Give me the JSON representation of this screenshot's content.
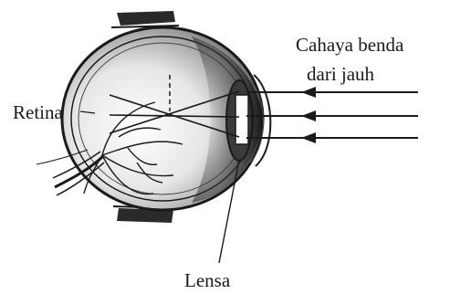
{
  "labels": {
    "light_line1": "Cahaya benda",
    "light_line2": "dari jauh",
    "retina": "Retina",
    "lens": "Lensa"
  },
  "colors": {
    "ink": "#1a1a1a",
    "shade_dark": "#2a2a2a",
    "shade_mid": "#8a8a8a",
    "paper": "#ffffff"
  }
}
